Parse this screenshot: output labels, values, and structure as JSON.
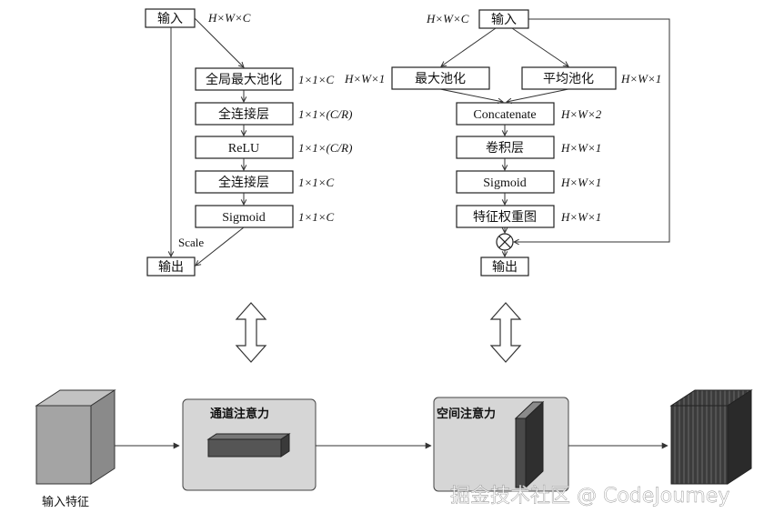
{
  "channel": {
    "input": "输入",
    "input_dim": "H×W×C",
    "steps": [
      {
        "label": "全局最大池化",
        "dim": "1×1×C"
      },
      {
        "label": "全连接层",
        "dim": "1×1×(C/R)"
      },
      {
        "label": "ReLU",
        "dim": "1×1×(C/R)"
      },
      {
        "label": "全连接层",
        "dim": "1×1×C"
      },
      {
        "label": "Sigmoid",
        "dim": "1×1×C"
      }
    ],
    "scale": "Scale",
    "output": "输出"
  },
  "spatial": {
    "input": "输入",
    "input_dim": "H×W×C",
    "maxpool": "最大池化",
    "maxpool_dim": "H×W×1",
    "avgpool": "平均池化",
    "avgpool_dim": "H×W×1",
    "steps": [
      {
        "label": "Concatenate",
        "dim": "H×W×2"
      },
      {
        "label": "卷积层",
        "dim": "H×W×1"
      },
      {
        "label": "Sigmoid",
        "dim": "H×W×1"
      },
      {
        "label": "特征权重图",
        "dim": "H×W×1"
      }
    ],
    "output": "输出"
  },
  "bottom": {
    "input_feature": "输入特征",
    "channel_attention": "通道注意力",
    "spatial_attention": "空间注意力"
  },
  "watermark": "掘金技术社区 @ CodeJourney"
}
